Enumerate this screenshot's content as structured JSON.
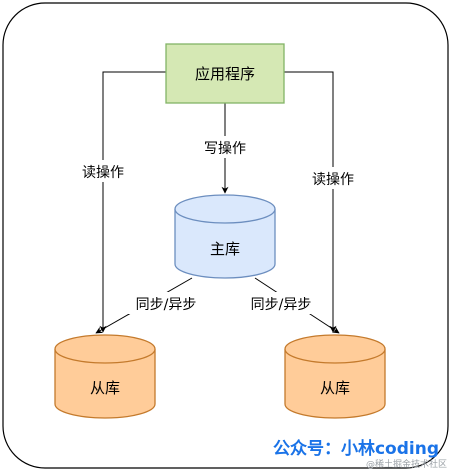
{
  "diagram": {
    "app_box": {
      "label": "应用程序",
      "fill": "#d5e8b4",
      "stroke": "#82b366"
    },
    "master_db": {
      "label": "主库",
      "fill": "#dae8fc",
      "stroke": "#6c8ebf"
    },
    "slave_left": {
      "label": "从库",
      "fill": "#ffcc99",
      "stroke": "#c47a2c"
    },
    "slave_right": {
      "label": "从库",
      "fill": "#ffcc99",
      "stroke": "#c47a2c"
    },
    "edge_labels": {
      "write": "写操作",
      "read_left": "读操作",
      "read_right": "读操作",
      "sync_left": "同步/异步",
      "sync_right": "同步/异步"
    }
  },
  "watermark": {
    "brand": "公众号：小林coding",
    "site": "@稀土掘金技术社区",
    "color": "#1a73e8"
  }
}
